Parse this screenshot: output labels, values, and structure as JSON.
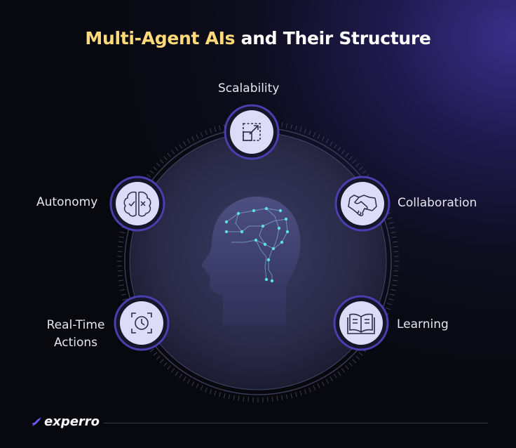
{
  "title": {
    "highlight": "Multi-Agent AIs",
    "rest": "and Their Structure"
  },
  "nodes": {
    "scalability": {
      "label": "Scalability",
      "icon": "resize-arrows-icon"
    },
    "autonomy": {
      "label": "Autonomy",
      "icon": "brain-icon"
    },
    "collaboration": {
      "label": "Collaboration",
      "icon": "handshake-icon"
    },
    "realtime": {
      "label_line1": "Real-Time",
      "label_line2": "Actions",
      "icon": "clock-icon"
    },
    "learning": {
      "label": "Learning",
      "icon": "open-book-icon"
    }
  },
  "brand": {
    "name": "experro"
  },
  "colors": {
    "title_highlight": "#ffd97a",
    "node_fill": "#dcdcf8",
    "node_ring": "#4a3fb0",
    "accent_dot": "#5fe0e0"
  }
}
